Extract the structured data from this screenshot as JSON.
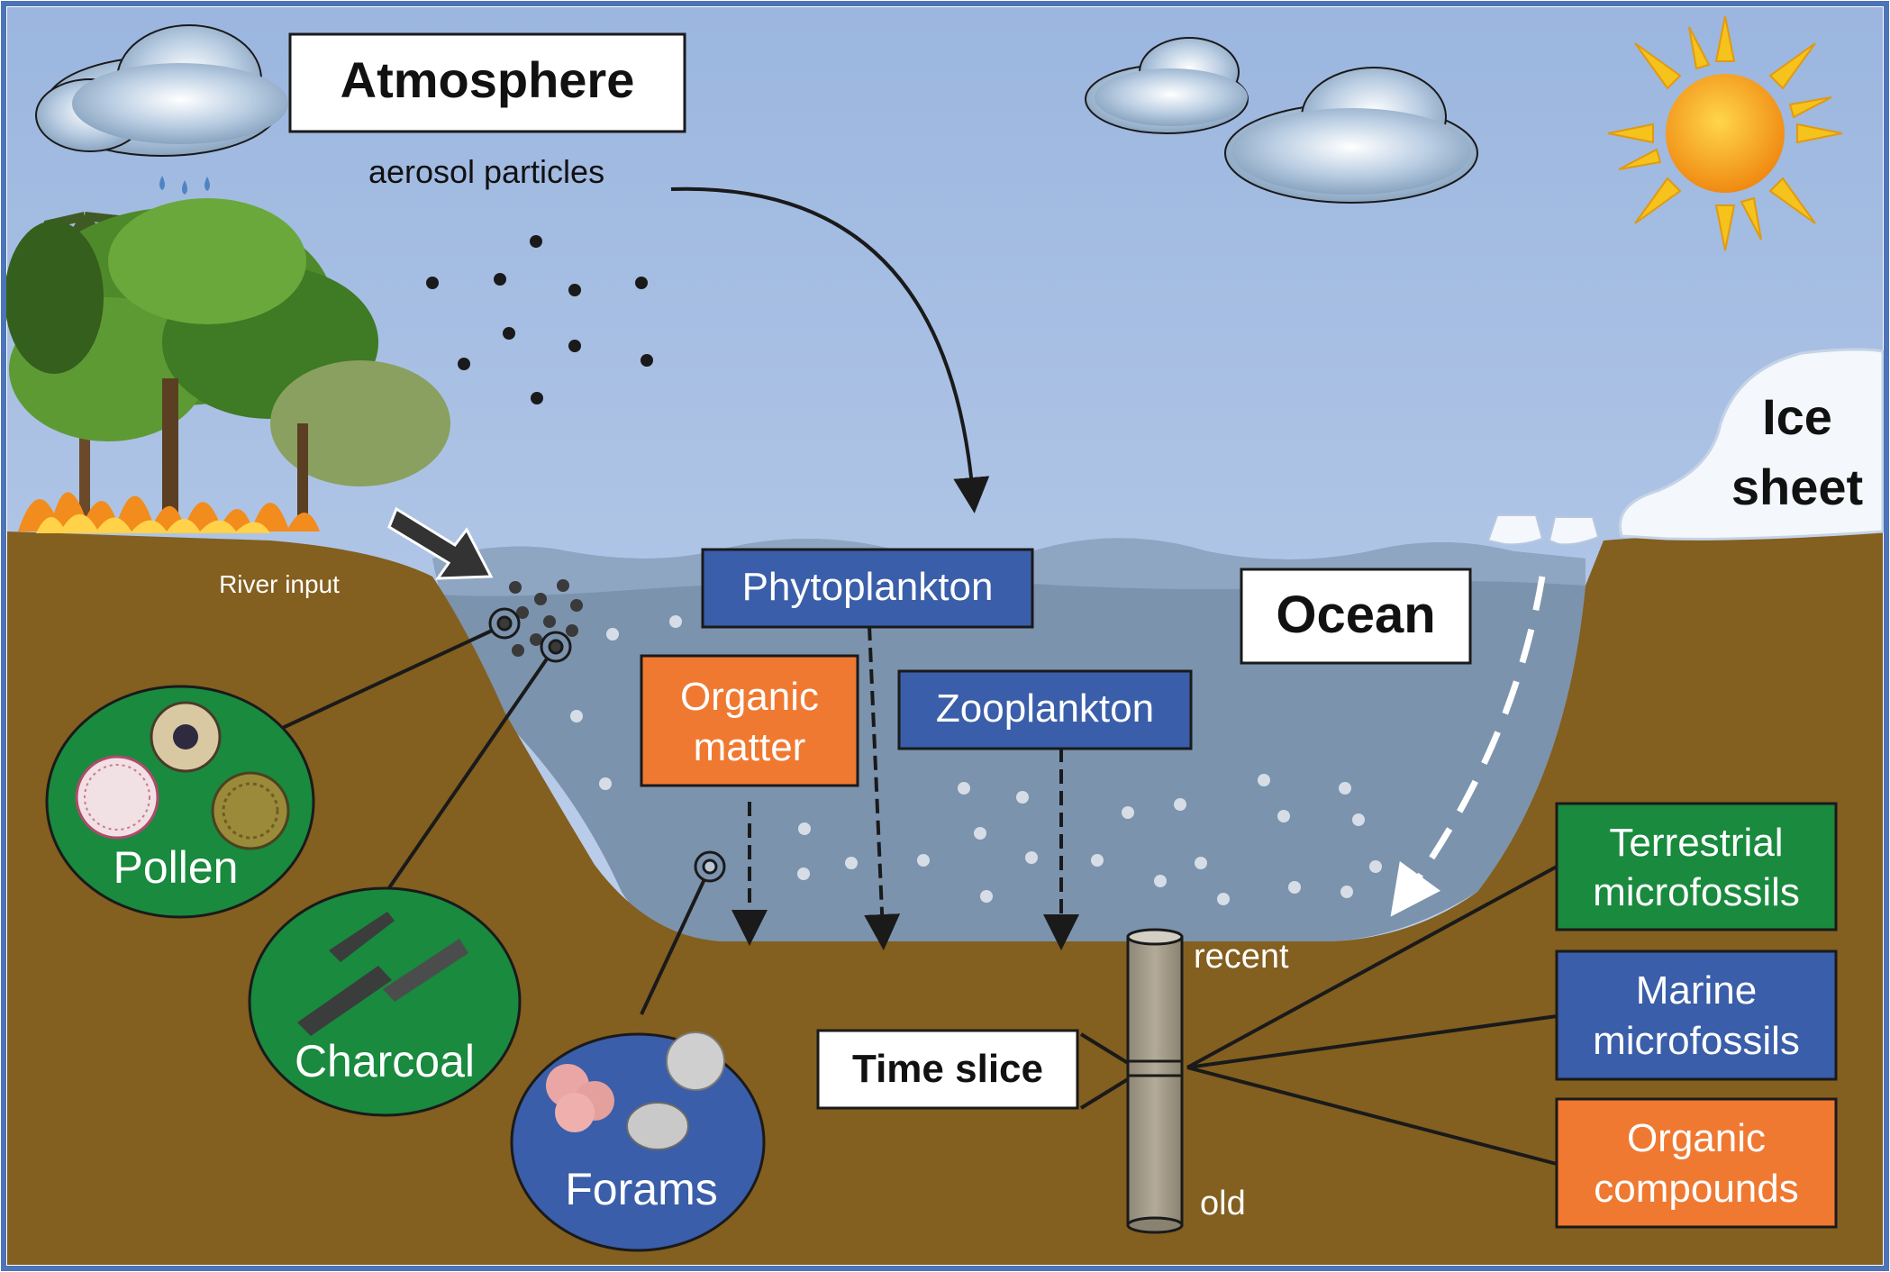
{
  "labels": {
    "atmosphere": "Atmosphere",
    "aerosol": "aerosol particles",
    "river_input": "River input",
    "ice_sheet_line1": "Ice",
    "ice_sheet_line2": "sheet",
    "ocean": "Ocean",
    "phytoplankton": "Phytoplankton",
    "zooplankton": "Zooplankton",
    "organic_matter_line1": "Organic",
    "organic_matter_line2": "matter",
    "pollen": "Pollen",
    "charcoal": "Charcoal",
    "forams": "Forams",
    "time_slice": "Time slice",
    "recent": "recent",
    "old": "old",
    "terrestrial_line1": "Terrestrial",
    "terrestrial_line2": "microfossils",
    "marine_line1": "Marine",
    "marine_line2": "microfossils",
    "organic_compounds_line1": "Organic",
    "organic_compounds_line2": "compounds"
  },
  "colors": {
    "sky": "#a9c1e3",
    "ocean": "#7b93ad",
    "sediment": "#835f20",
    "blue_box": "#3a5ea9",
    "orange_box": "#f07932",
    "green_box": "#198a3e",
    "frame": "#4d74b8",
    "ice": "#f4f8fc",
    "sun": "#f4a11a"
  }
}
